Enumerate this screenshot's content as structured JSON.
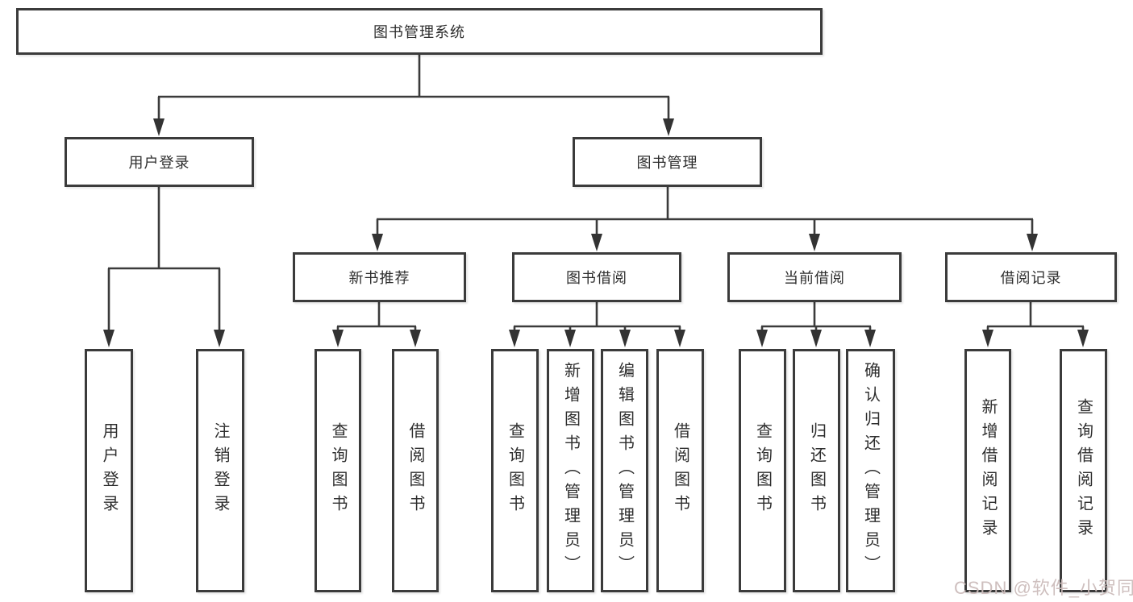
{
  "title": "图书管理系统",
  "colors": {
    "background": "#ffffff",
    "box_border": "#3b3b3b",
    "connector_line": "#3b3b3b",
    "arrowhead": "#333333",
    "text": "#2e2e2e",
    "watermark_text": "#cbbcba"
  },
  "watermark": {
    "text": "CSDN @软件_小贺同学"
  },
  "tree": {
    "root": {
      "label": "图书管理系统",
      "children": [
        {
          "label": "用户登录",
          "children": [
            {
              "label": "用户登录"
            },
            {
              "label": "注销登录"
            }
          ]
        },
        {
          "label": "图书管理",
          "children": [
            {
              "label": "新书推荐",
              "children": [
                {
                  "label": "查询图书"
                },
                {
                  "label": "借阅图书"
                }
              ]
            },
            {
              "label": "图书借阅",
              "children": [
                {
                  "label": "查询图书"
                },
                {
                  "label": "新增图书（管理员）"
                },
                {
                  "label": "编辑图书（管理员）"
                },
                {
                  "label": "借阅图书"
                }
              ]
            },
            {
              "label": "当前借阅",
              "children": [
                {
                  "label": "查询图书"
                },
                {
                  "label": "归还图书"
                },
                {
                  "label": "确认归还（管理员）"
                }
              ]
            },
            {
              "label": "借阅记录",
              "children": [
                {
                  "label": "新增借阅记录"
                },
                {
                  "label": "查询借阅记录"
                }
              ]
            }
          ]
        }
      ]
    }
  }
}
